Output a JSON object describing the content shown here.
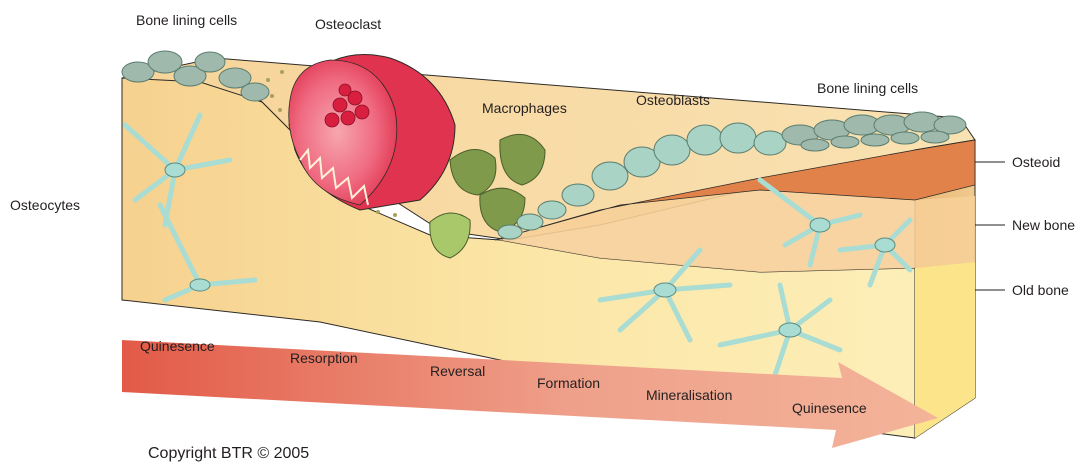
{
  "labels": {
    "bone_lining_cells_left": "Bone lining cells",
    "osteoclast": "Osteoclast",
    "macrophages": "Macrophages",
    "osteoblasts": "Osteoblasts",
    "bone_lining_cells_right": "Bone lining cells",
    "osteocytes": "Osteocytes",
    "osteoid": "Osteoid",
    "new_bone": "New bone",
    "old_bone": "Old bone"
  },
  "stages": [
    "Quinesence",
    "Resorption",
    "Reversal",
    "Formation",
    "Mineralisation",
    "Quinesence"
  ],
  "copyright": "Copyright BTR © 2005",
  "colors": {
    "bone_surface": "#f7d9a0",
    "bone_front": "#fbe7a8",
    "osteoid": "#e0824a",
    "lining_cells": "#9fb9ac",
    "osteocytes": "#a9dcd2",
    "osteoclast": "#e23a55",
    "macrophages": "#7e9a4a",
    "arrow_start": "#e25a47",
    "arrow_end": "#f6c3a8"
  }
}
